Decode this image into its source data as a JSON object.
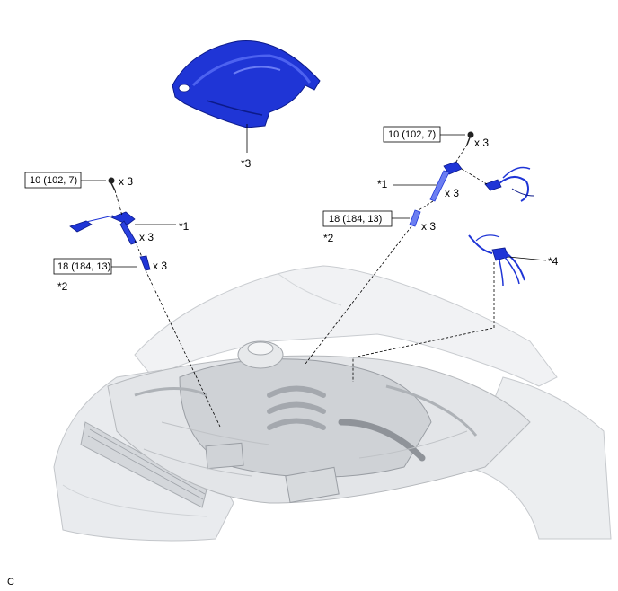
{
  "callouts": {
    "c1_left": "*1",
    "c1_right": "*1",
    "c2_left": "*2",
    "c2_right": "*2",
    "c3": "*3",
    "c4": "*4"
  },
  "torque": {
    "bolt_left": "10 (102, 7)",
    "plug_left": "18 (184, 13)",
    "bolt_right": "10 (102, 7)",
    "plug_right": "18 (184, 13)"
  },
  "quantities": {
    "bolt_left": "x 3",
    "coil_left": "x 3",
    "plug_left": "x 3",
    "bolt_right": "x 3",
    "coil_right": "x 3",
    "plug_right": "x 3"
  },
  "footer_code": "C",
  "colors": {
    "part_blue": "#1f35d6",
    "part_blue_dark": "#0c1a8a",
    "engine_gray": "#b9bcc0",
    "engine_light": "#eef0f2"
  }
}
